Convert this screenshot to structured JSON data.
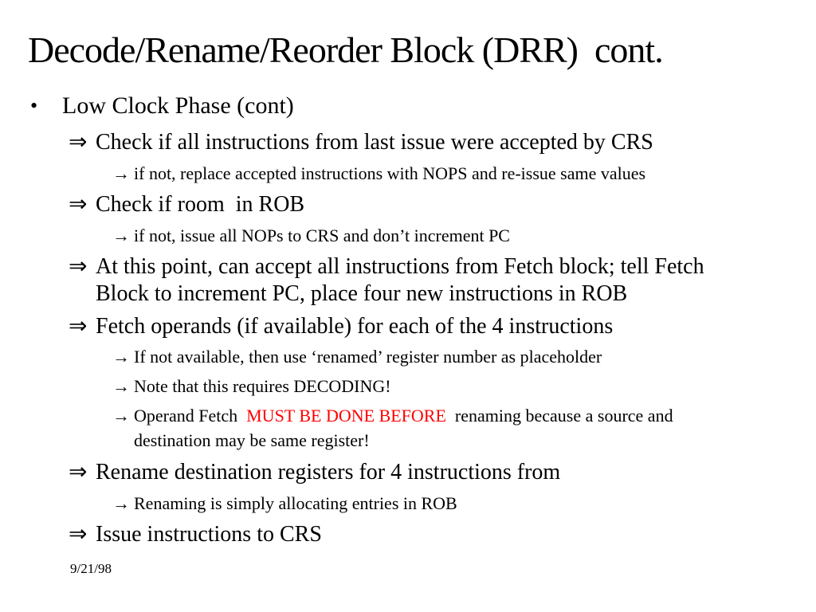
{
  "slide": {
    "title": "Decode/Rename/Reorder Block (DRR)  cont.",
    "footer_date": "9/21/98",
    "colors": {
      "text": "#000000",
      "highlight_red": "#ff0000",
      "background": "#ffffff"
    },
    "markers": {
      "level1": "•",
      "level2": "⇒",
      "level3": "→"
    },
    "items": [
      {
        "level": 1,
        "text": "Low Clock Phase (cont)"
      },
      {
        "level": 2,
        "text": "Check if all instructions from last issue were accepted by CRS"
      },
      {
        "level": 3,
        "text": "if not, replace accepted instructions with NOPS and re-issue same values"
      },
      {
        "level": 2,
        "text": "Check if room  in ROB"
      },
      {
        "level": 3,
        "text": "if not, issue all NOPs to CRS and don’t increment PC"
      },
      {
        "level": 2,
        "line1": "At this point, can accept all instructions from Fetch block; tell Fetch",
        "line2": "Block to increment PC, place four new instructions in ROB"
      },
      {
        "level": 2,
        "text": "Fetch operands (if available) for each of the 4 instructions"
      },
      {
        "level": 3,
        "text": "If not available, then use ‘renamed’ register number as placeholder"
      },
      {
        "level": 3,
        "text": "Note that this requires DECODING!"
      },
      {
        "level": 3,
        "before": "Operand Fetch ",
        "highlight": "MUST BE DONE BEFORE",
        "after_line1": " renaming because a source and",
        "line2": "destination may be same register!"
      },
      {
        "level": 2,
        "text": "Rename destination registers for 4 instructions from"
      },
      {
        "level": 3,
        "text": "Renaming is simply allocating entries in ROB"
      },
      {
        "level": 2,
        "text": "Issue instructions to CRS"
      }
    ]
  }
}
